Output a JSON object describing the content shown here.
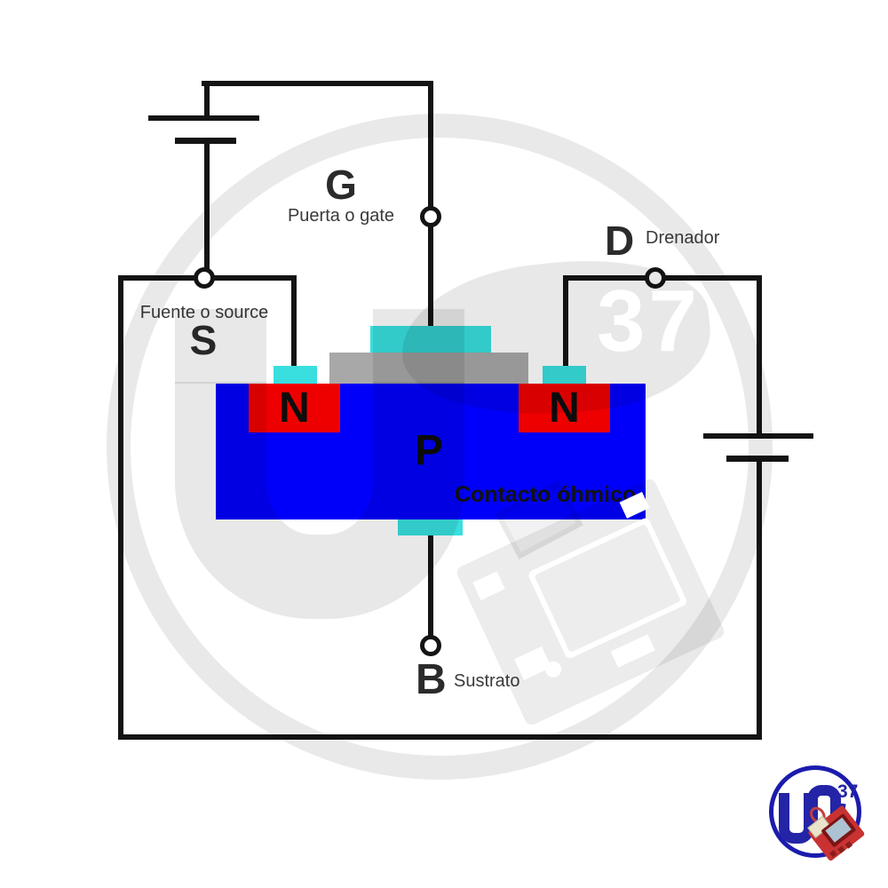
{
  "diagram": {
    "title_implicit": "MOSFET (transistor) con terminales",
    "terminals": {
      "gate": {
        "letter": "G",
        "label": "Puerta o gate"
      },
      "drain": {
        "letter": "D",
        "label": "Drenador"
      },
      "source": {
        "letter": "S",
        "label": "Fuente o source"
      },
      "substrate": {
        "letter": "B",
        "label": "Sustrato"
      }
    },
    "regions": {
      "n_left": "N",
      "n_right": "N",
      "p": "P",
      "ohmic_contact": "Contacto óhmico"
    },
    "colors": {
      "p_region": "#0000fa",
      "n_region": "#ee0000",
      "metal_contact": "#39dede",
      "gate_oxide": "#a8a8a8",
      "wire": "#141414",
      "label_dark": "#2b2b2b",
      "logo_blue": "#2424a6",
      "board_red": "#c83232"
    }
  },
  "watermark": {
    "number": "37"
  },
  "logo": {
    "number": "37"
  }
}
